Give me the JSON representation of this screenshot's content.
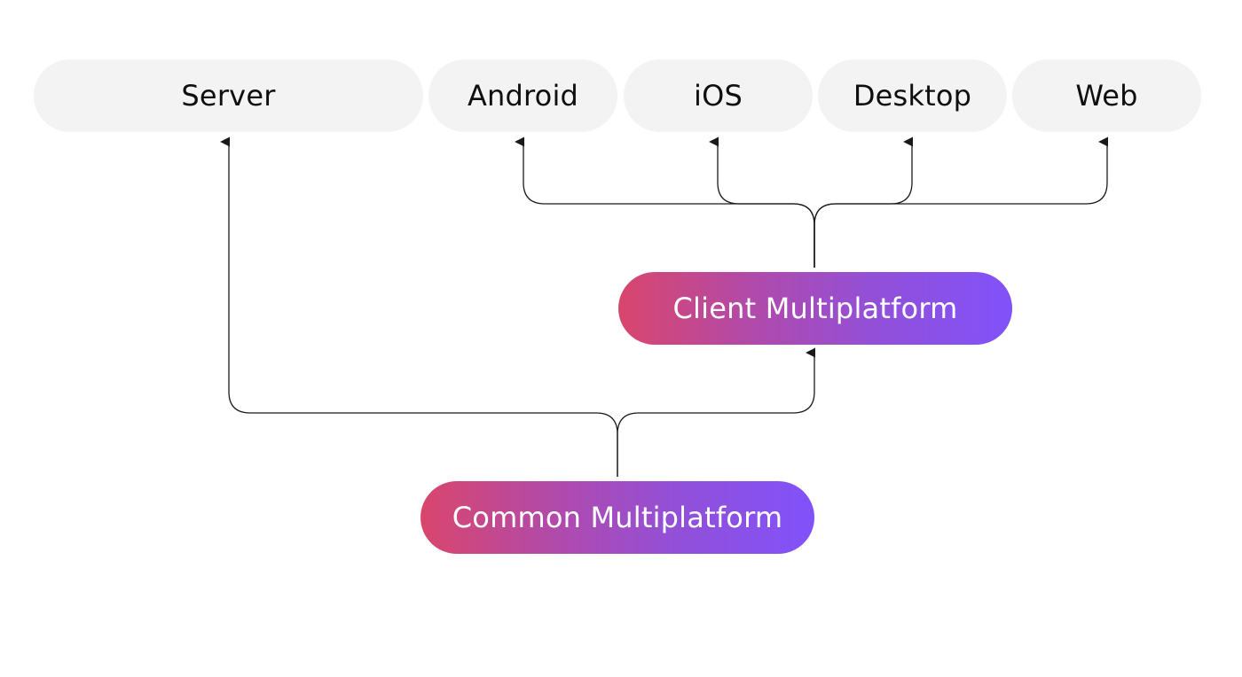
{
  "diagram": {
    "targets": {
      "server": "Server",
      "android": "Android",
      "ios": "iOS",
      "desktop": "Desktop",
      "web": "Web"
    },
    "nodes": {
      "client": "Client Multiplatform",
      "common": "Common Multiplatform"
    }
  },
  "colors": {
    "target_fill": "#f3f3f3",
    "target_text": "#0f0f0f",
    "gradient_start": "#d9466c",
    "gradient_end": "#8152fa",
    "node_text": "#ffffff",
    "line": "#1a1a1a"
  }
}
